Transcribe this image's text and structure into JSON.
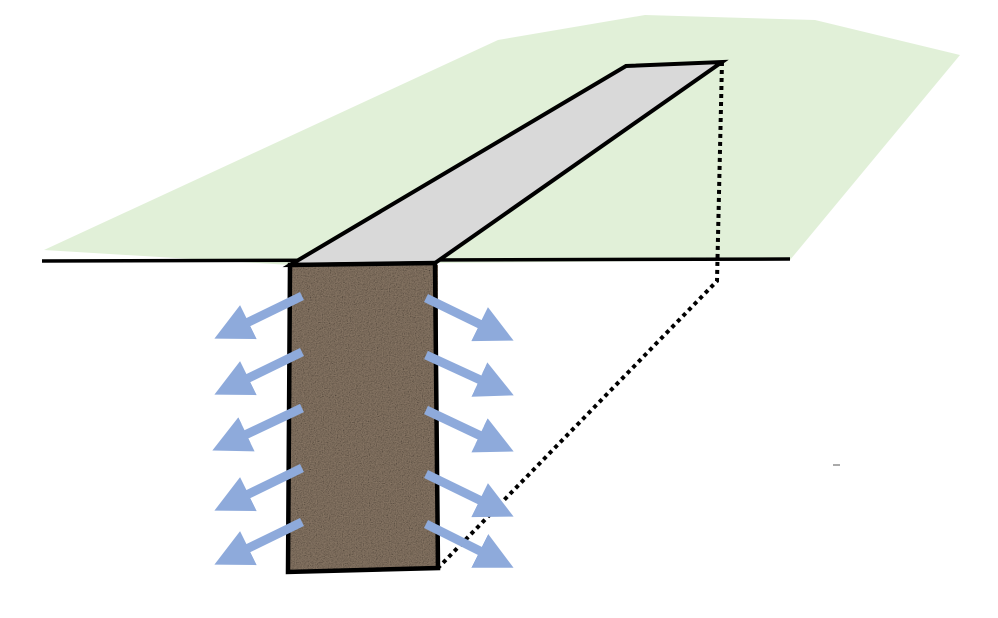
{
  "diagram": {
    "colors": {
      "background": "#ffffff",
      "ground_surface": "#e1f0d8",
      "trench_top": "#d9d9d9",
      "gravel_base": "#8a7866",
      "outline": "#000000",
      "arrow": "#8eaadb"
    },
    "components": {
      "ground_surface": "ground-surface",
      "trench_top": "trench-top-surface",
      "trench_cross_section": "gravel-fill",
      "hidden_edges": "dotted-hidden-edges",
      "arrows": "exfiltration-arrows"
    },
    "arrows_per_side": 5
  }
}
